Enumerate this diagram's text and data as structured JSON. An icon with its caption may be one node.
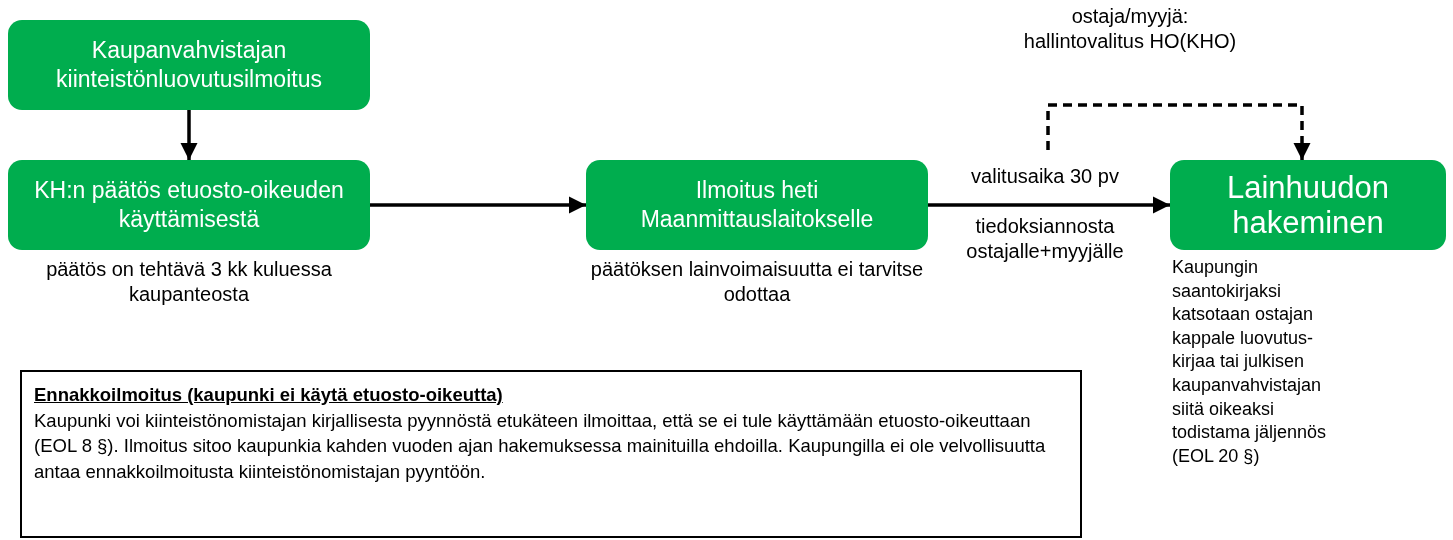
{
  "diagram": {
    "nodes": [
      {
        "text": [
          "Kaupanvahvistajan kiinteistönluovutusilmoitus"
        ]
      },
      {
        "text": [
          "KH:n päätös etuosto-oikeuden käyttämisestä"
        ],
        "beside": [
          "päätös on tehtävä 3 kk kuluessa kaupanteosta"
        ]
      },
      {
        "text": [
          "Ilmoitus heti Maanmittauslaitokselle"
        ],
        "beside": [
          "päätöksen lainvoimaisuutta ei tarvitse odottaa"
        ]
      },
      {
        "text": [
          "Lainhuudon hakeminen"
        ],
        "beside": [
          "Kaupungin saantokirjaksi katsotaan ostajan kappale luovutus-kirjaa tai julkisen kaupanvahvistajan siitä oikeaksi todistama jäljennös (EOL 20 §)"
        ]
      },
      {
        "text": [
          "Ennakkoilmoitus (kaupunki ei käytä etuosto-oikeutta)",
          "Kaupunki voi kiinteistönomistajan kirjallisesta pyynnöstä etukäteen ilmoittaa, että se ei tule käyttämään etuosto-oikeuttaan (EOL 8 §). Ilmoitus sitoo kaupunkia kahden vuoden ajan hakemuksessa mainituilla ehdoilla. Kaupungilla ei ole velvollisuutta antaa ennakkoilmoitusta kiinteistönomistajan pyyntöön."
        ]
      }
    ],
    "edges": [
      {
        "from": 0,
        "to": 1,
        "arrow": "to"
      },
      {
        "from": 1,
        "to": 2,
        "arrow": "to"
      },
      {
        "from": 2,
        "to": 3,
        "arrow": "to",
        "label": "valitusaika 30 pv"
      },
      {
        "from": null,
        "to": 3,
        "arrow": "to",
        "style": "dashed",
        "label": "ostaja/myyjä: hallintovalitus HO(KHO)"
      }
    ],
    "labels": [
      "tiedoksiannosta ostajalle+myyjälle"
    ]
  }
}
